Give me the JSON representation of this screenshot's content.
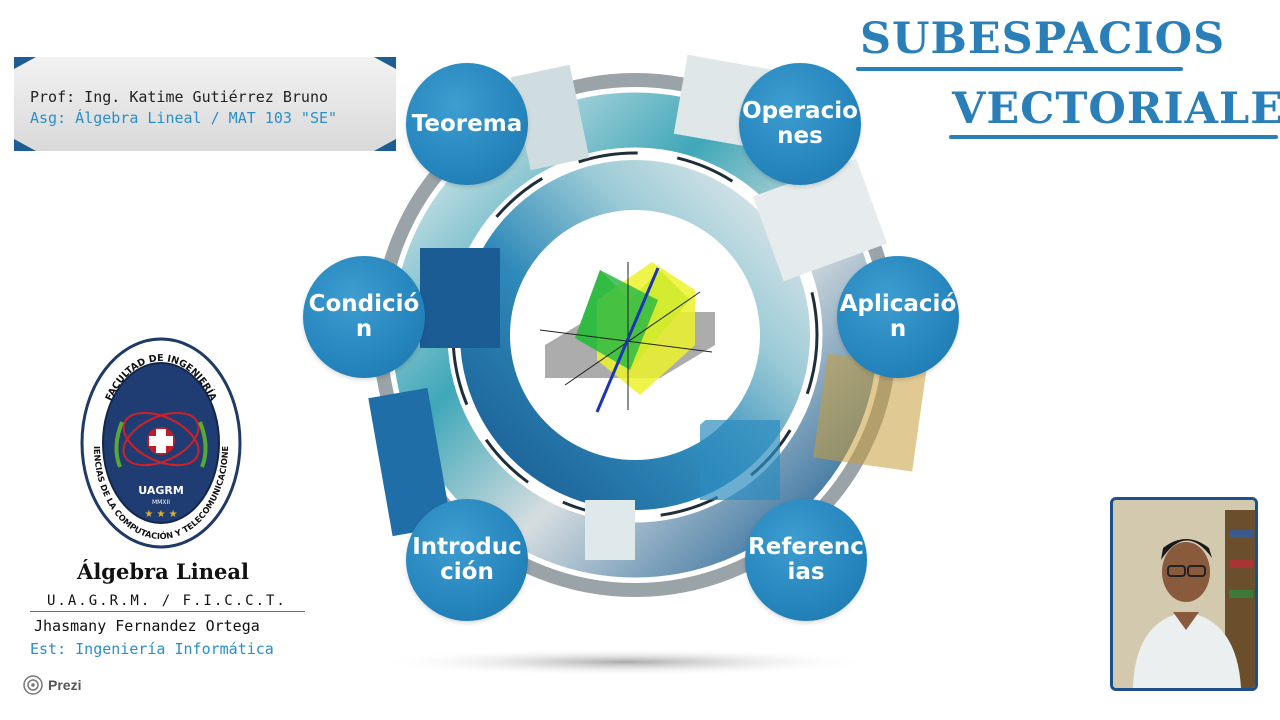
{
  "title": {
    "line1": "SUBESPACIOS",
    "line2": "VECTORIALES"
  },
  "info": {
    "professor": "Prof: Ing. Katime Gutiérrez Bruno",
    "subject": "Asg: Álgebra Lineal / MAT 103 \"SE\""
  },
  "menu": {
    "teorema": "Teorema",
    "operaciones": "Operaciones",
    "condicion": "Condición",
    "aplicacion": "Aplicación",
    "introduccion": "Introducción",
    "referencias": "Referencias"
  },
  "logo": {
    "top_text": "FACULTAD DE INGENIERÍA",
    "bottom_text": "CIENCIAS DE LA COMPUTACIÓN Y TELECOMUNICACIONES",
    "acronym": "UAGRM",
    "year": "MMXII"
  },
  "footer": {
    "course": "Álgebra Lineal",
    "institution": "U.A.G.R.M. / F.I.C.C.T.",
    "student": "Jhasmany Fernandez Ortega",
    "career": "Est: Ingeniería Informática"
  },
  "brand": {
    "prezi": "Prezi"
  },
  "colors": {
    "accent": "#2a7fb8",
    "bubble": "#2585bd",
    "navy": "#1c4f8c"
  }
}
